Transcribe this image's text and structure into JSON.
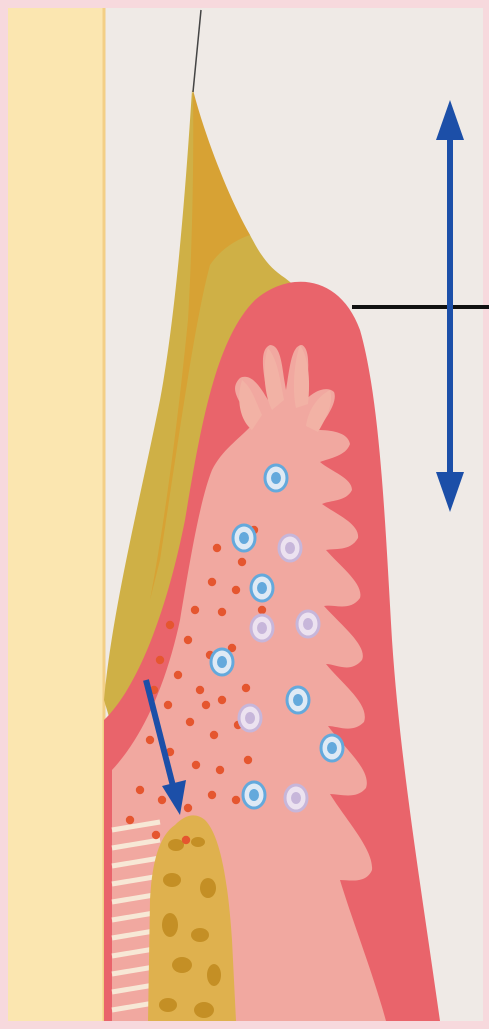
{
  "diagram": {
    "colors": {
      "frame": "#f7d9dd",
      "background": "#efeae6",
      "tooth": "#fbe6b0",
      "tooth_edge": "#f3cf86",
      "enamel_gold": "#d7a234",
      "cuticle": "#cfb046",
      "gingiva_red": "#e9646b",
      "connective_pink": "#f1a8a0",
      "epithelium_pink": "#f2b2a5",
      "bone_gold": "#dfb14e",
      "bone_spot": "#c48f25",
      "ligament_stripe": "#f7e8d6",
      "inflammatory_dot": "#e5562f",
      "cell_blue": "#64a9dc",
      "cell_lilac": "#c7b6da",
      "arrow_blue": "#1c4fa8",
      "line_black": "#111111"
    },
    "icons": [
      "double-headed-arrow",
      "diagonal-arrow",
      "horizontal-reference-line"
    ]
  }
}
